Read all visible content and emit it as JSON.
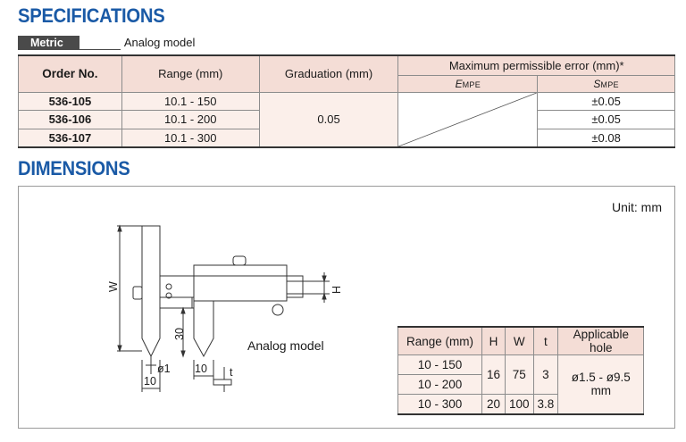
{
  "specifications": {
    "title": "SPECIFICATIONS",
    "badge": "Metric",
    "model": "Analog model",
    "headers": {
      "order_no": "Order No.",
      "range": "Range (mm)",
      "graduation": "Graduation (mm)",
      "max_error": "Maximum permissible error (mm)*",
      "empe_main": "E",
      "empe_sub": "MPE",
      "smpe_main": "S",
      "smpe_sub": "MPE"
    },
    "rows": [
      {
        "order": "536-105",
        "range": "10.1 - 150",
        "smpe": "±0.05"
      },
      {
        "order": "536-106",
        "range": "10.1 - 200",
        "smpe": "±0.05"
      },
      {
        "order": "536-107",
        "range": "10.1 - 300",
        "smpe": "±0.08"
      }
    ],
    "graduation": "0.05"
  },
  "dimensions": {
    "title": "DIMENSIONS",
    "unit": "Unit: mm",
    "drawing_caption": "Analog model",
    "drawing_labels": {
      "w": "W",
      "h": "H",
      "v30": "30",
      "phi1": "ø1",
      "w10a": "10",
      "w10b": "10",
      "t": "t"
    },
    "table": {
      "headers": [
        "Range (mm)",
        "H",
        "W",
        "t",
        "Applicable hole"
      ],
      "rows": [
        {
          "range": "10 - 150",
          "h": "16",
          "w": "75",
          "t": "3"
        },
        {
          "range": "10 - 200"
        },
        {
          "range": "10 - 300",
          "h": "20",
          "w": "100",
          "t": "3.8"
        }
      ],
      "hole": "ø1.5 - ø9.5 mm"
    }
  },
  "colors": {
    "title_blue": "#1a5aa6",
    "header_bg": "#f4ddd6",
    "cell_bg": "#fbefea"
  }
}
